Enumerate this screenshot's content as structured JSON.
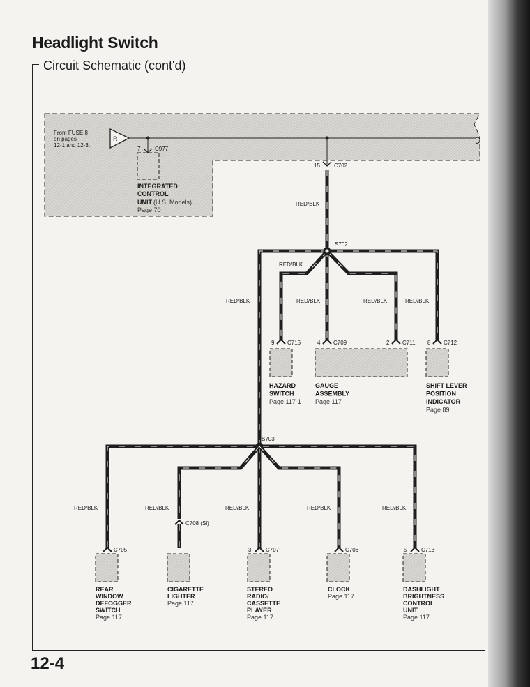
{
  "header": {
    "title": "Headlight Switch",
    "subtitle": "Circuit Schematic (cont'd)"
  },
  "footer": {
    "page_number": "12-4"
  },
  "source": {
    "fuse_text": [
      "From FUSE 8",
      "on pages",
      "12-1 and 12-3."
    ],
    "relay_letter": "R"
  },
  "icu": {
    "pin": "7",
    "connector": "C977",
    "name": [
      "INTEGRATED",
      "CONTROL",
      "UNIT"
    ],
    "note": "(U.S. Models)",
    "page": "Page 70"
  },
  "main_feed": {
    "pin": "15",
    "connector": "C702",
    "wire": "RED/BLK"
  },
  "splices": {
    "upper": "S702",
    "lower": "S703"
  },
  "wire_label": "RED/BLK",
  "upper_components": [
    {
      "pin": "9",
      "connector": "C715",
      "name": [
        "HAZARD",
        "SWITCH"
      ],
      "page": "Page 117-1"
    },
    {
      "pin": "4",
      "connector": "C709",
      "name": [
        "GAUGE",
        "ASSEMBLY"
      ],
      "page": "Page 117"
    },
    {
      "pin": "2",
      "connector": "C711",
      "name": [],
      "page": ""
    },
    {
      "pin": "8",
      "connector": "C712",
      "name": [
        "SHIFT LEVER",
        "POSITION",
        "INDICATOR"
      ],
      "page": "Page 89"
    }
  ],
  "lower_components": [
    {
      "pin": "",
      "connector": "C705",
      "name": [
        "REAR",
        "WINDOW",
        "DEFOGGER",
        "SWITCH"
      ],
      "page": "Page 117"
    },
    {
      "pin": "",
      "connector": "C708 (Si)",
      "name": [
        "CIGARETTE",
        "LIGHTER"
      ],
      "page": "Page 117"
    },
    {
      "pin": "3",
      "connector": "C707",
      "name": [
        "STEREO",
        "RADIO/",
        "CASSETTE",
        "PLAYER"
      ],
      "page": "Page 117"
    },
    {
      "pin": "",
      "connector": "C706",
      "name": [
        "CLOCK"
      ],
      "page": "Page 117"
    },
    {
      "pin": "5",
      "connector": "C713",
      "name": [
        "DASHLIGHT",
        "BRIGHTNESS",
        "CONTROL",
        "UNIT"
      ],
      "page": "Page 117"
    }
  ],
  "colors": {
    "wire": "#1e1e1e",
    "shade": "#d4d3cf",
    "paper": "#f4f3ef"
  }
}
